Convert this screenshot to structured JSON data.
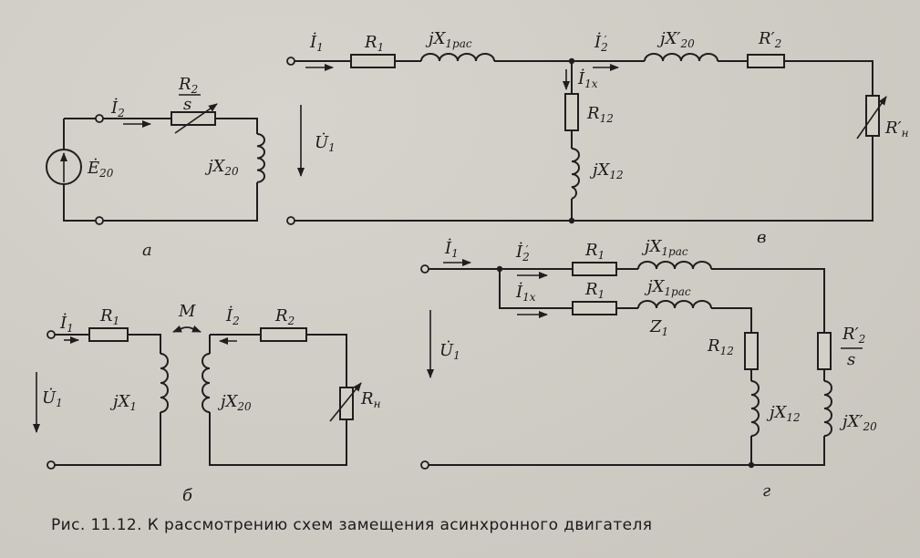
{
  "caption": "Рис. 11.12. К рассмотрению схем замещения асинхронного двигателя",
  "diagrams": {
    "a": {
      "sublabel": "а",
      "labels": {
        "I2": "İ",
        "I2_sub": "2",
        "R2s_num": "R",
        "R2s_num_sub": "2",
        "R2s_den": "s",
        "E20": "Ė",
        "E20_sub": "20",
        "jX20": "jX",
        "jX20_sub": "20"
      }
    },
    "b": {
      "sublabel": "б",
      "labels": {
        "I1": "İ",
        "I1_sub": "1",
        "R1": "R",
        "R1_sub": "1",
        "M": "M",
        "I2": "İ",
        "I2_sub": "2",
        "R2": "R",
        "R2_sub": "2",
        "U1": "U̇",
        "U1_sub": "1",
        "jX1": "jX",
        "jX1_sub": "1",
        "jX20": "jX",
        "jX20_sub": "20",
        "Rn": "R",
        "Rn_sub": "н"
      }
    },
    "v": {
      "sublabel": "в",
      "labels": {
        "I1": "İ",
        "I1_sub": "1",
        "R1": "R",
        "R1_sub": "1",
        "jX1rac": "jX",
        "jX1rac_sub": "1рас",
        "I2p": "İ",
        "I2p_sub": "2",
        "jX20p": "jX′",
        "jX20p_sub": "20",
        "R2p": "R′",
        "R2p_sub": "2",
        "I1x": "İ",
        "I1x_sub": "1х",
        "R12": "R",
        "R12_sub": "12",
        "Rnp": "R′",
        "Rnp_sub": "н",
        "U1": "U̇",
        "U1_sub": "1",
        "jX12": "jX",
        "jX12_sub": "12"
      }
    },
    "g": {
      "sublabel": "г",
      "labels": {
        "I1": "İ",
        "I1_sub": "1",
        "I2p": "İ",
        "I2p_sub": "2",
        "R1a": "R",
        "R1a_sub": "1",
        "jX1rac_a": "jX",
        "jX1rac_a_sub": "1рас",
        "I1x": "İ",
        "I1x_sub": "1х",
        "R1b": "R",
        "R1b_sub": "1",
        "jX1rac_b": "jX",
        "jX1rac_b_sub": "1рас",
        "Z1": "Z",
        "Z1_sub": "1",
        "R12": "R",
        "R12_sub": "12",
        "R2s_num": "R′",
        "R2s_num_sub": "2",
        "R2s_den": "s",
        "U1": "U̇",
        "U1_sub": "1",
        "jX12": "jX",
        "jX12_sub": "12",
        "jX20p": "jX′",
        "jX20p_sub": "20"
      }
    }
  }
}
